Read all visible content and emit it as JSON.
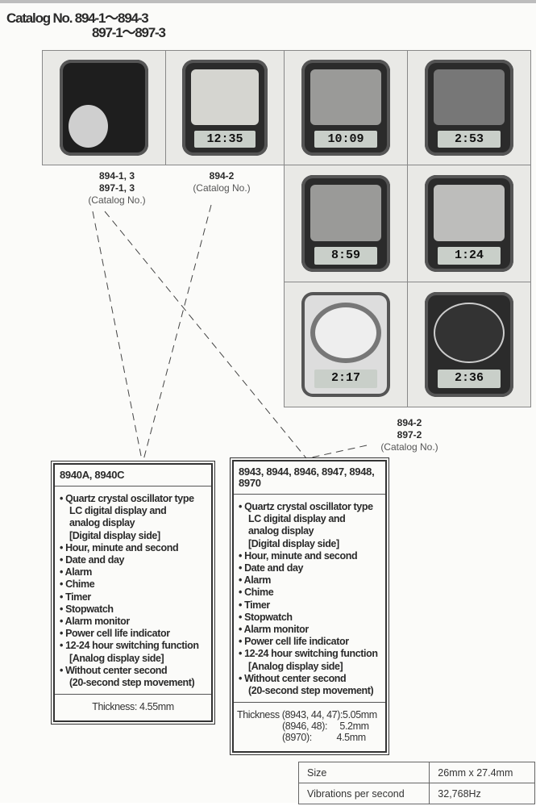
{
  "header": {
    "label": "Catalog No.",
    "line1": "894-1～894-3",
    "line2": "897-1～897-3"
  },
  "photos": [
    {
      "lcd": ""
    },
    {
      "lcd": "12:35"
    },
    {
      "lcd": "10:09"
    },
    {
      "lcd": "2:53"
    },
    {
      "lcd": "8:59"
    },
    {
      "lcd": "1:24"
    },
    {
      "lcd": "2:17"
    },
    {
      "lcd": "2:36"
    }
  ],
  "captions": {
    "left": {
      "l1": "894-1, 3",
      "l2": "897-1, 3",
      "l3": "(Catalog No.)"
    },
    "mid": {
      "l1": "894-2",
      "l2": "(Catalog No.)"
    },
    "right": {
      "l1": "894-2",
      "l2": "897-2",
      "l3": "(Catalog No.)"
    }
  },
  "box_left": {
    "title": "8940A, 8940C",
    "features": [
      "Quartz crystal oscillator type",
      "LC digital display and",
      "analog display",
      "[Digital display side]",
      "Hour, minute and second",
      "Date and day",
      "Alarm",
      "Chime",
      "Timer",
      "Stopwatch",
      "Alarm monitor",
      "Power cell life indicator",
      "12-24 hour switching function",
      "[Analog display side]",
      "Without center second",
      "(20-second step movement)"
    ],
    "thickness": "Thickness:  4.55mm"
  },
  "box_right": {
    "title": "8943, 8944, 8946, 8947, 8948, 8970",
    "features": [
      "Quartz crystal oscillator type",
      "LC digital display and",
      "analog display",
      "[Digital display side]",
      "Hour, minute and second",
      "Date and day",
      "Alarm",
      "Chime",
      "Timer",
      "Stopwatch",
      "Alarm monitor",
      "Power cell life indicator",
      "12-24 hour switching function",
      "[Analog display side]",
      "Without center second",
      "(20-second step movement)"
    ],
    "thickness": [
      "Thickness (8943, 44, 47):5.05mm",
      "(8946, 48):     5.2mm",
      "(8970):          4.5mm"
    ]
  },
  "spec": [
    {
      "k": "Size",
      "v": "26mm x 27.4mm"
    },
    {
      "k": "Vibrations per second",
      "v": "32,768Hz"
    }
  ]
}
